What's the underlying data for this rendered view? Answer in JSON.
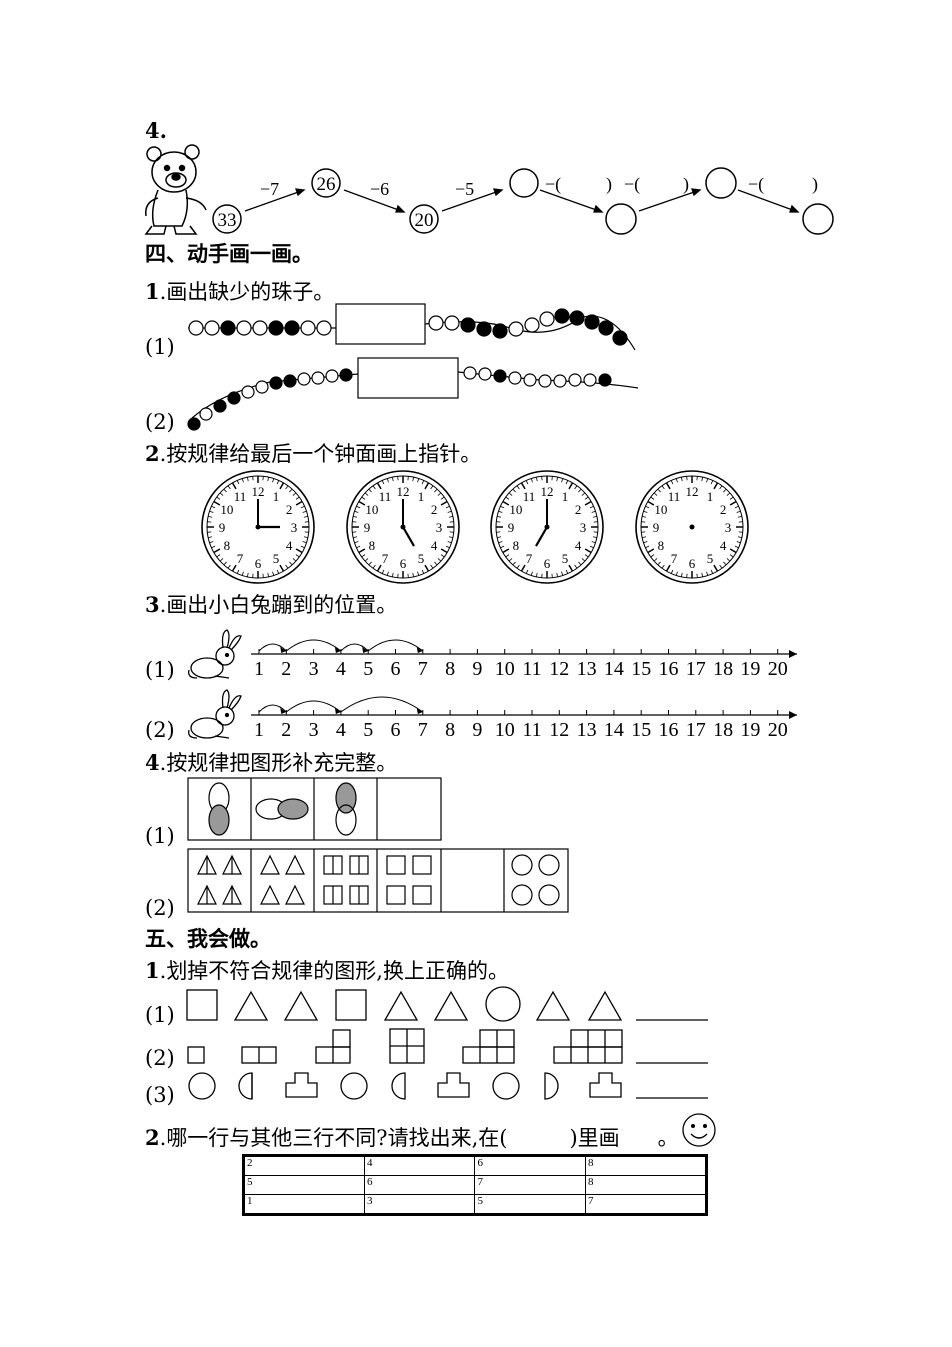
{
  "q4_label": "4",
  "chain": {
    "start": "33",
    "n2": "26",
    "n3": "20",
    "ops": [
      "−7",
      "−6",
      "−5",
      "−(",
      ")",
      "−(",
      ")",
      "−(",
      ")"
    ]
  },
  "section4": {
    "title": "四、动手画一画。",
    "q1": "画出缺少的珠子。",
    "q2": "按规律给最后一个钟面画上指针。",
    "q3": "画出小白兔蹦到的位置。",
    "q4": "按规律把图形补充完整。"
  },
  "labels": {
    "p1": "(1)",
    "p2": "(2)",
    "p3": "(3)"
  },
  "numbers": {
    "n1": "1",
    "n2": "2",
    "n3": "3",
    "n4": "4"
  },
  "number_line": [
    "1",
    "2",
    "3",
    "4",
    "5",
    "6",
    "7",
    "8",
    "9",
    "10",
    "11",
    "12",
    "13",
    "14",
    "15",
    "16",
    "17",
    "18",
    "19",
    "20"
  ],
  "clock_numbers": [
    "12",
    "1",
    "2",
    "3",
    "4",
    "5",
    "6",
    "7",
    "8",
    "9",
    "10",
    "11"
  ],
  "section5": {
    "title": "五、我会做。",
    "q1": "划掉不符合规律的图形,换上正确的。",
    "q2_a": "哪一行与其他三行不同?请找出来,在(",
    "q2_b": ")里画",
    "q2_c": "。"
  },
  "table_rows": [
    [
      "2",
      "4",
      "6",
      "8"
    ],
    [
      "5",
      "6",
      "7",
      "8"
    ],
    [
      "1",
      "3",
      "5",
      "7"
    ]
  ]
}
